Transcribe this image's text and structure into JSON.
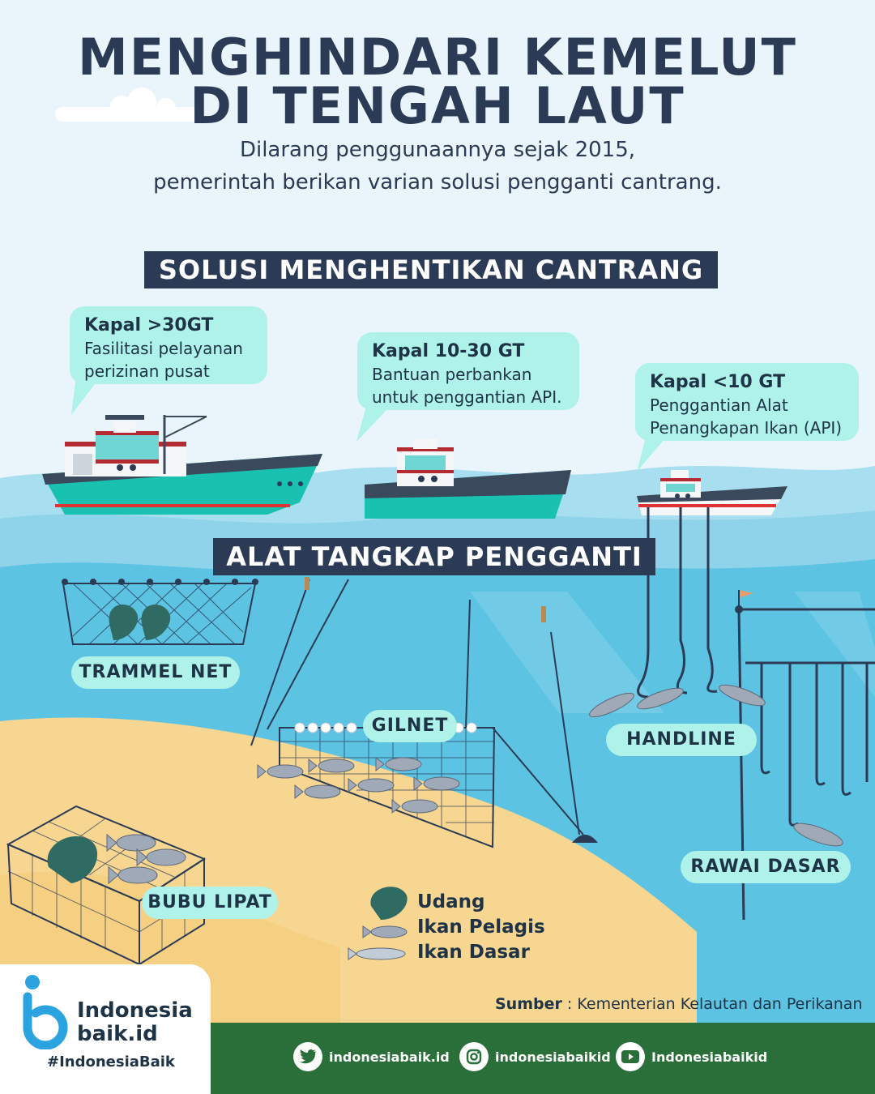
{
  "header": {
    "title_line1": "MENGHINDARI KEMELUT",
    "title_line2": "DI TENGAH LAUT",
    "subtitle_line1": "Dilarang penggunaannya sejak 2015,",
    "subtitle_line2": "pemerintah berikan varian solusi pengganti cantrang."
  },
  "solutions": {
    "banner": "SOLUSI MENGHENTIKAN CANTRANG",
    "items": [
      {
        "title": "Kapal >30GT",
        "line1": "Fasilitasi pelayanan",
        "line2": "perizinan pusat"
      },
      {
        "title": "Kapal 10-30 GT",
        "line1": "Bantuan perbankan",
        "line2": "untuk penggantian API."
      },
      {
        "title": "Kapal <10 GT",
        "line1": "Penggantian Alat",
        "line2": "Penangkapan Ikan (API)"
      }
    ]
  },
  "tools": {
    "banner": "ALAT TANGKAP PENGGANTI",
    "labels": {
      "trammel": "TRAMMEL NET",
      "gilnet": "GILNET",
      "handline": "HANDLINE",
      "rawai": "RAWAI DASAR",
      "bubu": "BUBU LIPAT"
    }
  },
  "legend": {
    "udang": "Udang",
    "pelagis": "Ikan Pelagis",
    "dasar": "Ikan Dasar"
  },
  "source": {
    "label": "Sumber",
    "text": ": Kementerian Kelautan dan Perikanan"
  },
  "footer": {
    "twitter": "indonesiabaik.id",
    "instagram": "indonesiabaikid",
    "youtube": "Indonesiabaikid"
  },
  "brand": {
    "line1": "Indonesia",
    "line2": "baik.id",
    "hashtag": "#IndonesiaBaik"
  },
  "colors": {
    "navy": "#2b3a55",
    "mint": "#aef2ea",
    "sea": "#5cc3e3",
    "sand": "#f7d692",
    "green": "#2a6e3a",
    "brand_blue": "#2ba3e0"
  }
}
